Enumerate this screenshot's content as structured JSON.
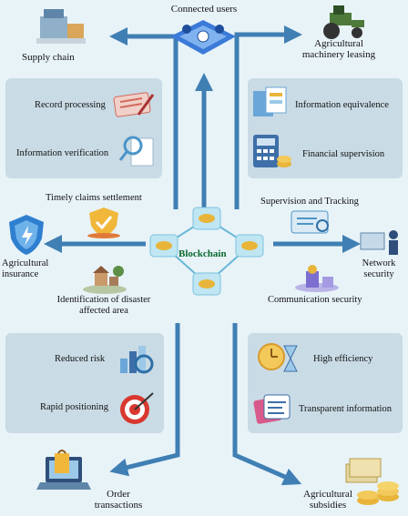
{
  "hub": {
    "label": "Blockchain"
  },
  "top": {
    "center": "Connected users"
  },
  "corners": {
    "supply_chain": "Supply chain",
    "machinery": "Agricultural\nmachinery leasing",
    "insurance": "Agricultural\ninsurance",
    "network_security": "Network\nsecurity",
    "order": "Order\ntransactions",
    "subsidies": "Agricultural\nsubsidies"
  },
  "panels": {
    "top_left": [
      "Record processing",
      "Information verification"
    ],
    "top_right": [
      "Information equivalence",
      "Financial supervision"
    ],
    "bottom_left": [
      "Reduced risk",
      "Rapid positioning"
    ],
    "bottom_right": [
      "High efficiency",
      "Transparent information"
    ]
  },
  "left_items": {
    "claims": "Timely claims settlement",
    "disaster": "Identification of disaster\naffected area"
  },
  "right_items": {
    "supervision": "Supervision and Tracking",
    "communication": "Communication security"
  },
  "colors": {
    "arrow": "#3f7fb3",
    "panel": "#c9dbe5",
    "background": "#e8f3f8",
    "hub_text": "#0a6a2f",
    "coin": "#e8b53a"
  }
}
